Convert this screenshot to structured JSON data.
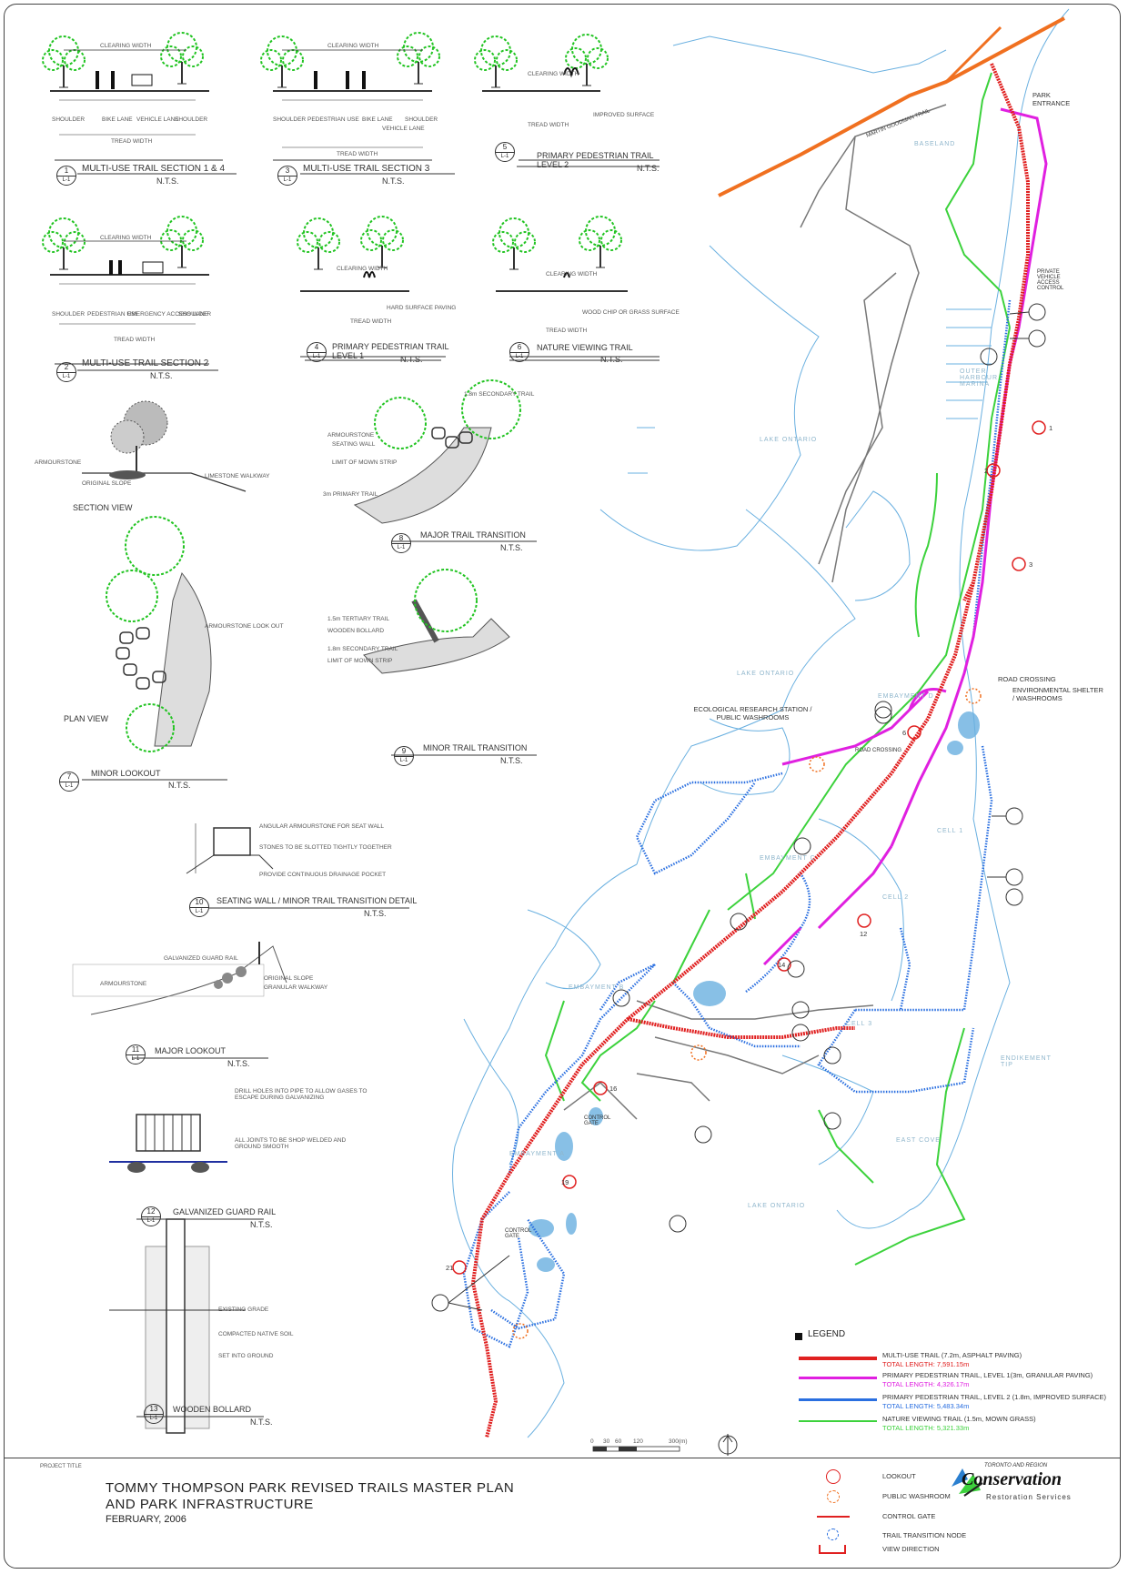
{
  "sections": [
    {
      "num": "1",
      "sheet": "L-1",
      "title": "MULTI-USE TRAIL SECTION 1 & 4",
      "nts": "N.T.S.",
      "labels": [
        "SHOULDER",
        "BIKE LANE",
        "VEHICLE LANE",
        "SHOULDER"
      ],
      "clearing": "CLEARING WIDTH",
      "tread": "TREAD WIDTH"
    },
    {
      "num": "3",
      "sheet": "L-1",
      "title": "MULTI-USE TRAIL SECTION 3",
      "nts": "N.T.S.",
      "labels": [
        "SHOULDER",
        "PEDESTRIAN USE",
        "BIKE LANE",
        "VEHICLE LANE",
        "SHOULDER"
      ],
      "clearing": "CLEARING WIDTH",
      "tread": "TREAD WIDTH"
    },
    {
      "num": "5",
      "sheet": "L-1",
      "title": "PRIMARY PEDESTRIAN TRAIL LEVEL 2",
      "nts": "N.T.S.",
      "labels": [
        "TREAD WIDTH",
        "IMPROVED SURFACE"
      ],
      "clearing": "CLEARING WIDTH",
      "tread": ""
    },
    {
      "num": "2",
      "sheet": "L-1",
      "title": "MULTI-USE TRAIL SECTION 2",
      "nts": "N.T.S.",
      "labels": [
        "SHOULDER",
        "PEDESTRIAN USE",
        "EMERGENCY ACCESS LANE",
        "SHOULDER"
      ],
      "clearing": "CLEARING WIDTH",
      "tread": "TREAD WIDTH"
    },
    {
      "num": "4",
      "sheet": "L-1",
      "title": "PRIMARY PEDESTRIAN TRAIL LEVEL 1",
      "nts": "N.T.S.",
      "labels": [
        "TREAD WIDTH",
        "HARD SURFACE PAVING"
      ],
      "clearing": "CLEARING WIDTH",
      "tread": ""
    },
    {
      "num": "6",
      "sheet": "L-1",
      "title": "NATURE VIEWING TRAIL",
      "nts": "N.T.S.",
      "labels": [
        "TREAD WIDTH",
        "WOOD CHIP OR GRASS SURFACE"
      ],
      "clearing": "CLEARING WIDTH",
      "tread": ""
    }
  ],
  "details": {
    "minor_lookout": {
      "num": "7",
      "sheet": "L-1",
      "title": "MINOR LOOKOUT",
      "nts": "N.T.S.",
      "section_view": "SECTION VIEW",
      "plan_view": "PLAN VIEW",
      "notes": [
        "ARMOURSTONE",
        "LIMESTONE WALKWAY",
        "ORIGINAL SLOPE",
        "ARMOURSTONE LOOK OUT"
      ]
    },
    "major_transition": {
      "num": "8",
      "sheet": "L-1",
      "title": "MAJOR TRAIL TRANSITION",
      "nts": "N.T.S.",
      "notes": [
        "1.8m SECONDARY TRAIL",
        "ARMOURSTONE",
        "SEATING WALL",
        "LIMIT OF MOWN STRIP",
        "3m PRIMARY TRAIL"
      ]
    },
    "minor_transition": {
      "num": "9",
      "sheet": "L-1",
      "title": "MINOR TRAIL TRANSITION",
      "nts": "N.T.S.",
      "notes": [
        "1.5m TERTIARY TRAIL",
        "WOODEN BOLLARD",
        "1.8m SECONDARY TRAIL",
        "LIMIT OF MOWN STRIP"
      ]
    },
    "seating_wall": {
      "num": "10",
      "sheet": "L-1",
      "title": "SEATING WALL / MINOR TRAIL TRANSITION DETAIL",
      "nts": "N.T.S.",
      "notes": [
        "ANGULAR ARMOURSTONE FOR SEAT WALL",
        "STONES TO BE SLOTTED TIGHTLY TOGETHER",
        "PROVIDE CONTINUOUS DRAINAGE POCKET"
      ]
    },
    "major_lookout": {
      "num": "11",
      "sheet": "L-1",
      "title": "MAJOR LOOKOUT",
      "nts": "N.T.S.",
      "notes": [
        "GALVANIZED GUARD RAIL",
        "ARMOURSTONE",
        "ORIGINAL SLOPE",
        "GRANULAR WALKWAY"
      ]
    },
    "guard_rail": {
      "num": "12",
      "sheet": "L-1",
      "title": "GALVANIZED GUARD RAIL",
      "nts": "N.T.S.",
      "notes": [
        "DRILL HOLES INTO PIPE TO ALLOW GASES TO ESCAPE DURING GALVANIZING",
        "ALL JOINTS TO BE SHOP WELDED AND GROUND SMOOTH"
      ]
    },
    "bollard": {
      "num": "13",
      "sheet": "L-1",
      "title": "WOODEN BOLLARD",
      "nts": "N.T.S.",
      "notes": [
        "EXISTING GRADE",
        "COMPACTED NATIVE SOIL",
        "SET INTO GROUND"
      ]
    }
  },
  "map": {
    "labels": {
      "park_entrance": "PARK ENTRANCE",
      "private_access": "PRIVATE VEHICLE ACCESS CONTROL",
      "martin_goodman": "MARTIN GOODMAN TRAIL",
      "road_crossing_1": "ROAD CROSSING",
      "road_crossing_2": "ROAD CROSSING",
      "env_shelter": "ENVIRONMENTAL SHELTER / WASHROOMS",
      "research": "ECOLOGICAL RESEARCH STATION / PUBLIC WASHROOMS",
      "control_gate_1": "CONTROL GATE",
      "control_gate_2": "CONTROL GATE",
      "lake1": "LAKE ONTARIO",
      "lake2": "LAKE ONTARIO",
      "lake3": "LAKE ONTARIO",
      "embayment_d": "EMBAYMENT D",
      "embayment_c": "EMBAYMENT C",
      "embayment_b": "EMBAYMENT B",
      "embayment_a": "EMBAYMENT A",
      "cell1": "CELL 1",
      "cell2": "CELL 2",
      "cell3": "CELL 3",
      "east_cove": "EAST COVE",
      "endikement": "ENDIKEMENT TIP",
      "marina": "OUTER HARBOUR MARINA",
      "baselands": "BASELAND"
    },
    "lookouts": [
      "1",
      "2",
      "3",
      "6",
      "12",
      "14",
      "16",
      "19",
      "21"
    ]
  },
  "legend": {
    "title": "LEGEND",
    "items": [
      {
        "label": "MULTI-USE TRAIL (7.2m, ASPHALT PAVING)",
        "total": "TOTAL LENGTH: 7,591.15m",
        "color": "#e02020"
      },
      {
        "label": "PRIMARY PEDESTRIAN TRAIL, LEVEL 1(3m, GRANULAR PAVING)",
        "total": "TOTAL LENGTH: 4,326.17m",
        "color": "#e020e0"
      },
      {
        "label": "PRIMARY PEDESTRIAN TRAIL, LEVEL 2 (1.8m, IMPROVED SURFACE)",
        "total": "TOTAL LENGTH: 5,483.34m",
        "color": "#2a6fe0"
      },
      {
        "label": "NATURE VIEWING TRAIL (1.5m, MOWN GRASS)",
        "total": "TOTAL LENGTH: 5,321.33m",
        "color": "#3cd23c"
      }
    ],
    "symbols": [
      "LOOKOUT",
      "PUBLIC WASHROOM",
      "CONTROL GATE",
      "TRAIL TRANSITION NODE",
      "VIEW DIRECTION"
    ]
  },
  "scale": {
    "ticks": [
      "0",
      "30",
      "60",
      "120",
      "300(m)"
    ]
  },
  "title_block": {
    "project_title_label": "PROJECT TITLE",
    "title_line1": "TOMMY THOMPSON PARK REVISED TRAILS MASTER PLAN",
    "title_line2": "AND PARK INFRASTRUCTURE",
    "date": "FEBRUARY, 2006",
    "logo_top": "TORONTO AND REGION",
    "logo_main": "Conservation",
    "logo_sub": "Restoration Services"
  },
  "colors": {
    "red": "#e02020",
    "magenta": "#e020e0",
    "blue": "#2a6fe0",
    "green": "#3cd23c",
    "water": "#6ab0e0",
    "tree": "#22c422",
    "orange": "#f07020"
  }
}
